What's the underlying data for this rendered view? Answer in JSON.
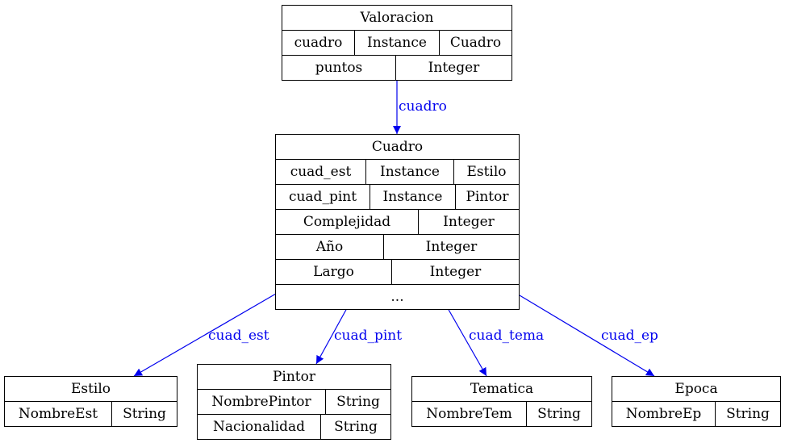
{
  "colors": {
    "edge": "#0000ee",
    "border": "#000000",
    "background": "#ffffff"
  },
  "nodes": {
    "valoracion": {
      "title": "Valoracion",
      "rows": [
        [
          "cuadro",
          "Instance",
          "Cuadro"
        ],
        [
          "puntos",
          "Integer"
        ]
      ]
    },
    "cuadro": {
      "title": "Cuadro",
      "rows": [
        [
          "cuad_est",
          "Instance",
          "Estilo"
        ],
        [
          "cuad_pint",
          "Instance",
          "Pintor"
        ],
        [
          "Complejidad",
          "Integer"
        ],
        [
          "Año",
          "Integer"
        ],
        [
          "Largo",
          "Integer"
        ],
        [
          "..."
        ]
      ]
    },
    "estilo": {
      "title": "Estilo",
      "rows": [
        [
          "NombreEst",
          "String"
        ]
      ]
    },
    "pintor": {
      "title": "Pintor",
      "rows": [
        [
          "NombrePintor",
          "String"
        ],
        [
          "Nacionalidad",
          "String"
        ]
      ]
    },
    "tematica": {
      "title": "Tematica",
      "rows": [
        [
          "NombreTem",
          "String"
        ]
      ]
    },
    "epoca": {
      "title": "Epoca",
      "rows": [
        [
          "NombreEp",
          "String"
        ]
      ]
    }
  },
  "edges": [
    {
      "from": "valoracion",
      "to": "cuadro",
      "label": "cuadro"
    },
    {
      "from": "cuadro",
      "to": "estilo",
      "label": "cuad_est"
    },
    {
      "from": "cuadro",
      "to": "pintor",
      "label": "cuad_pint"
    },
    {
      "from": "cuadro",
      "to": "tematica",
      "label": "cuad_tema"
    },
    {
      "from": "cuadro",
      "to": "epoca",
      "label": "cuad_ep"
    }
  ]
}
